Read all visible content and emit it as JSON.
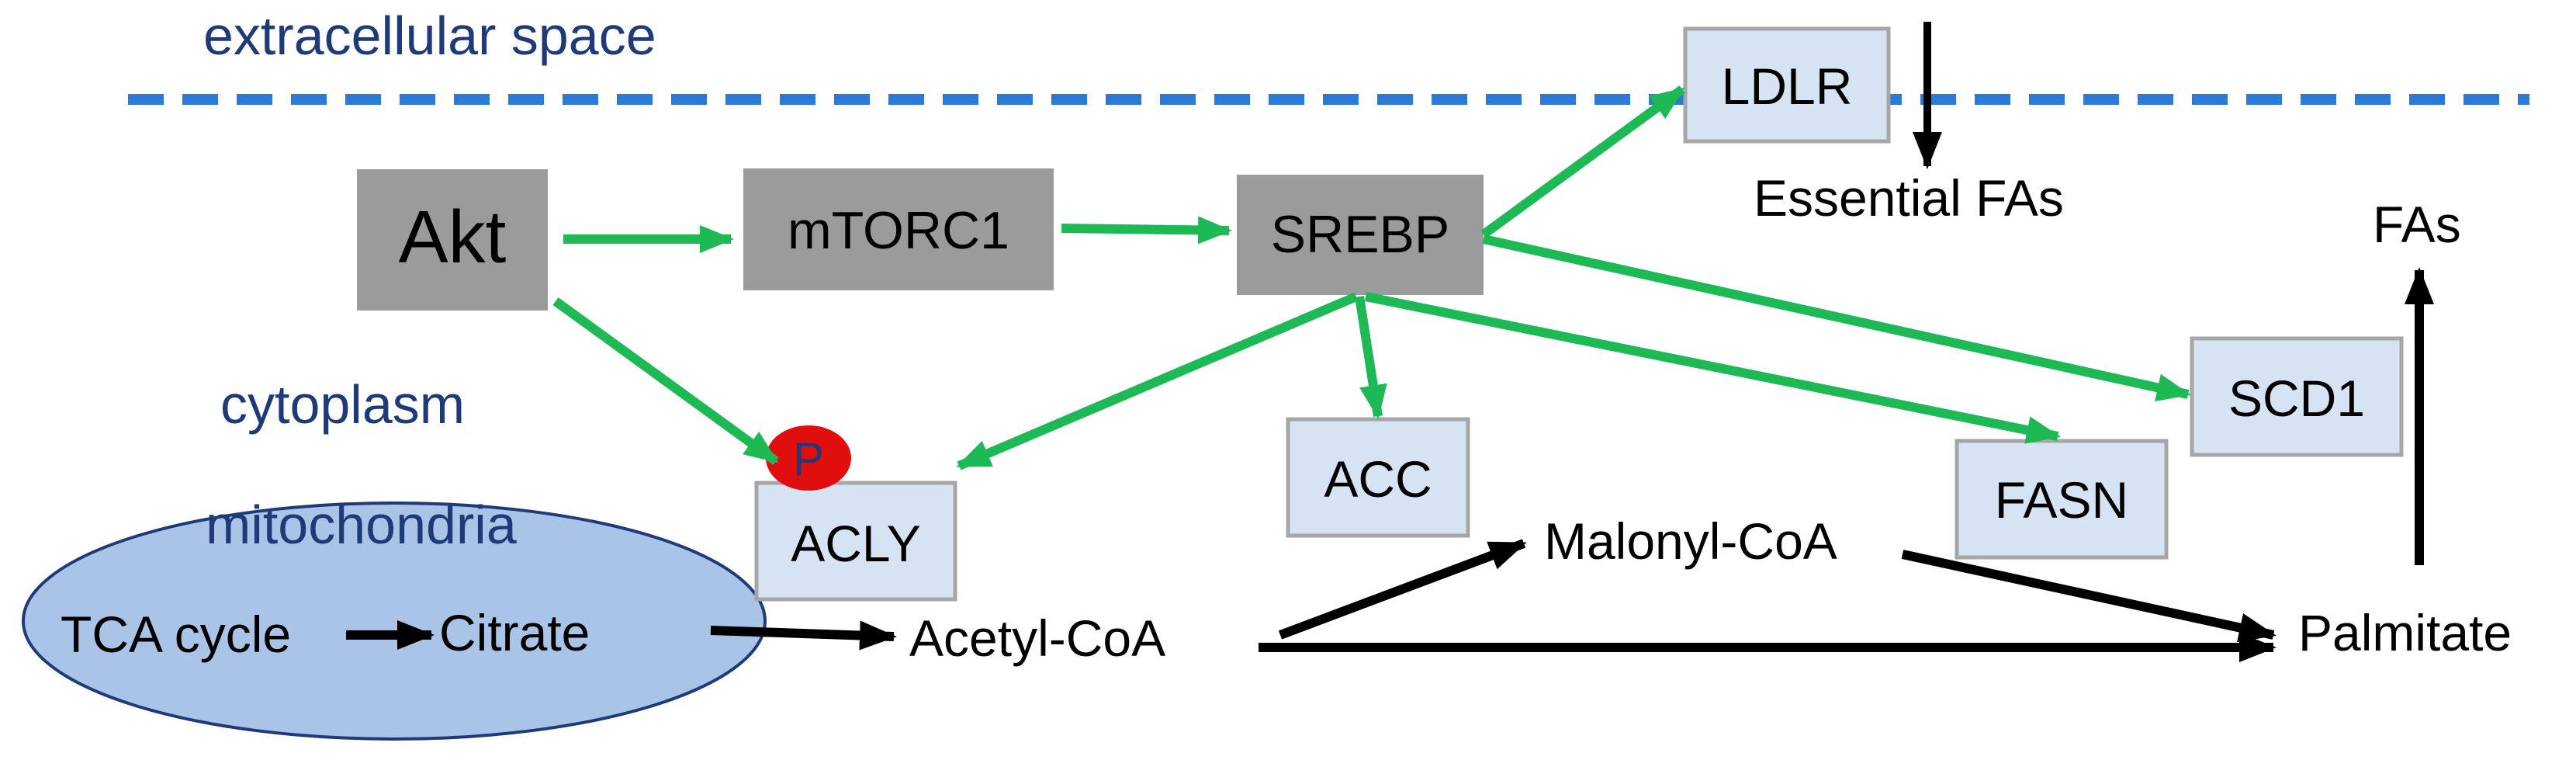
{
  "colors": {
    "membrane": "#2B7BD6",
    "activation_arrow": "#1DB954",
    "flow_arrow": "#000000",
    "signaling_node_fill": "#9B9B9B",
    "enzyme_node_fill": "#D6E3F3",
    "enzyme_node_border": "#A6A6A6",
    "compartment_text": "#1F3A78",
    "mitochondria_fill": "#A9C4E6",
    "mitochondria_border": "#1F3A78",
    "phospho_fill": "#E10E0E"
  },
  "compartments": {
    "extracellular": "extracellular space",
    "cytoplasm": "cytoplasm",
    "mitochondria": "mitochondria"
  },
  "signaling_nodes": {
    "akt": "Akt",
    "mtorc1": "mTORC1",
    "srebp": "SREBP"
  },
  "enzymes": {
    "ldlr": "LDLR",
    "acly": "ACLY",
    "acc": "ACC",
    "fasn": "FASN",
    "scd1": "SCD1"
  },
  "phospho_mark": "P",
  "metabolites": {
    "tca_cycle": "TCA cycle",
    "citrate": "Citrate",
    "acetyl_coa": "Acetyl-CoA",
    "malonyl_coa": "Malonyl-CoA",
    "palmitate": "Palmitate",
    "essential_fas": "Essential FAs",
    "fas": "FAs"
  }
}
